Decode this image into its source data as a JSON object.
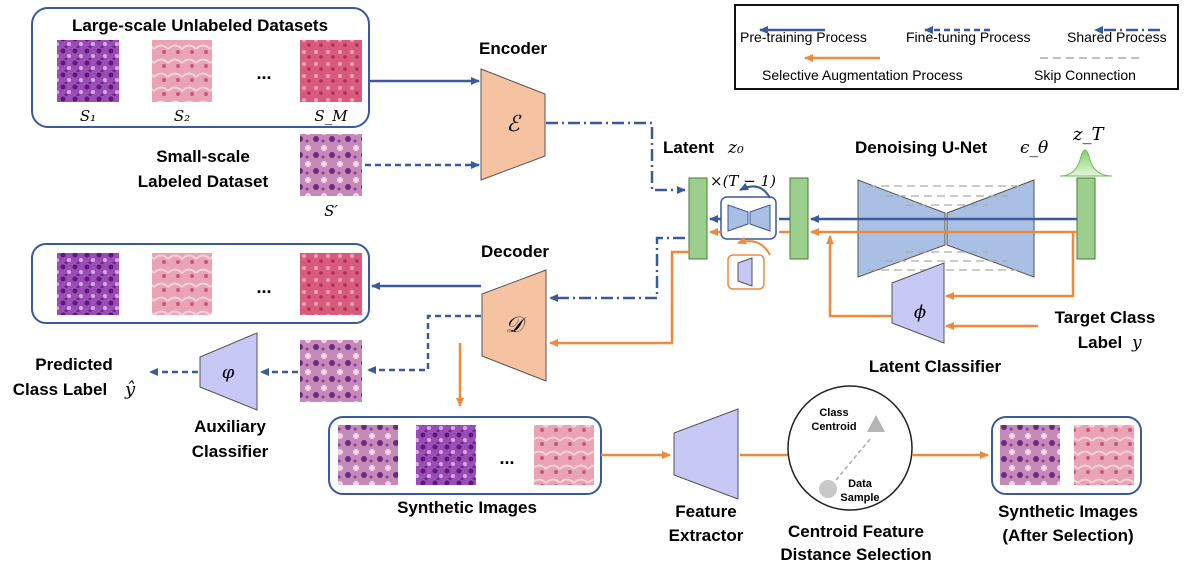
{
  "colors": {
    "pretrain": "#3a5a9b",
    "augment": "#ee8a3c",
    "autoencoder_fill": "#f5c2a2",
    "classifier_fill": "#c7c8f5",
    "unet_fill": "#a9bfe3",
    "latent_fill": "#9ccf8d",
    "histo_purple": "#8b3aa5",
    "histo_pink": "#e07a9a"
  },
  "legend": {
    "pretraining": "Pre-training Process",
    "finetuning": "Fine-tuning Process",
    "shared": "Shared Process",
    "selective": "Selective Augmentation Process",
    "skip": "Skip Connection"
  },
  "datasets": {
    "large_title": "Large-scale Unlabeled Datasets",
    "s1": "S₁",
    "s2": "S₂",
    "ellipsis": "...",
    "sm": "S_M",
    "small_title_1": "Small-scale",
    "small_title_2": "Labeled Dataset",
    "s_prime": "S′"
  },
  "encoder": {
    "title": "Encoder",
    "symbol": "ℰ"
  },
  "decoder": {
    "title": "Decoder",
    "symbol": "𝒟"
  },
  "latent": {
    "label": "Latent",
    "symbol": "z₀"
  },
  "unet": {
    "label": "Denoising U-Net",
    "symbol": "ϵ_θ",
    "repeat": "×(T − 1)"
  },
  "zt": {
    "symbol": "z_T"
  },
  "latent_classifier": {
    "title": "Latent Classifier",
    "symbol": "ϕ"
  },
  "target": {
    "line1": "Target Class",
    "line2": "Label",
    "symbol": "y"
  },
  "auxiliary": {
    "line1": "Auxiliary",
    "line2": "Classifier",
    "symbol": "φ"
  },
  "predicted": {
    "line1": "Predicted",
    "line2": "Class Label",
    "symbol": "ŷ"
  },
  "synthetic": {
    "title": "Synthetic Images",
    "ellipsis": "..."
  },
  "feature_extractor": {
    "line1": "Feature",
    "line2": "Extractor"
  },
  "centroid": {
    "class_line1": "Class",
    "class_line2": "Centroid",
    "data_line1": "Data",
    "data_line2": "Sample",
    "title_line1": "Centroid Feature",
    "title_line2": "Distance Selection"
  },
  "selected": {
    "line1": "Synthetic Images",
    "line2": "(After Selection)"
  }
}
